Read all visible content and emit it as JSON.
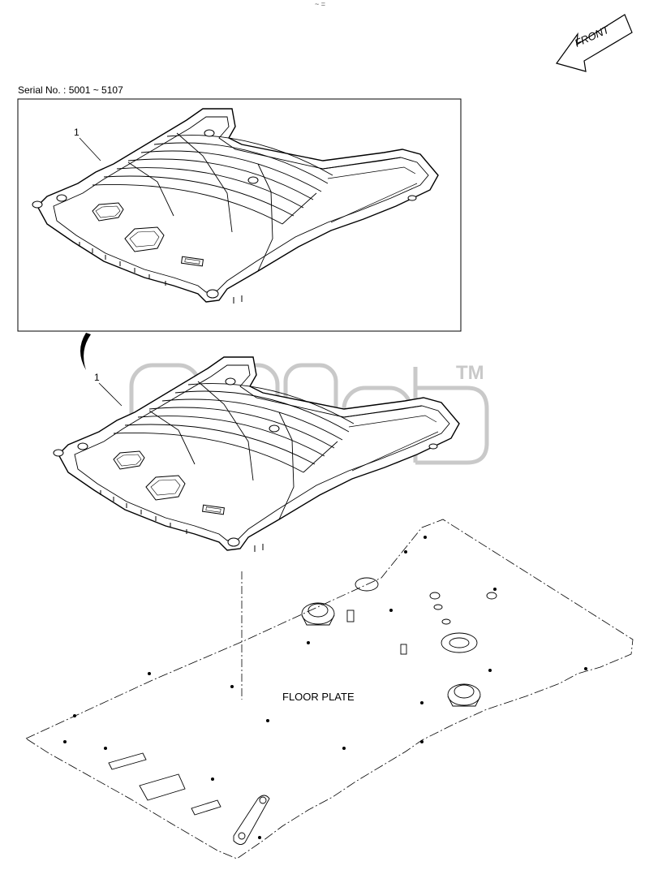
{
  "header": {
    "serial_label": "Serial No. : 5001 ~ 5107",
    "front_label": "FRONT",
    "top_mark": "~ ="
  },
  "callouts": {
    "top_part": "1",
    "bottom_part": "1"
  },
  "floor": {
    "label": "FLOOR PLATE"
  },
  "watermark": {
    "tm": "TM"
  },
  "colors": {
    "line": "#000000",
    "watermark": "#c9c9c9"
  }
}
